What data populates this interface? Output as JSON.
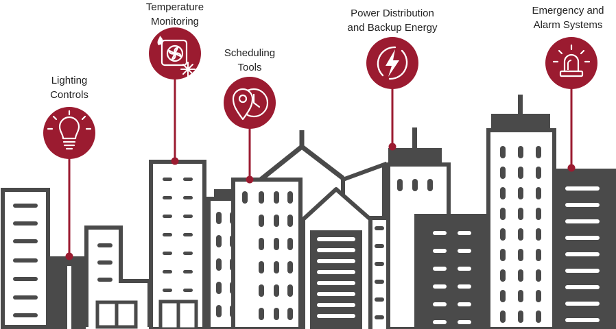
{
  "features": [
    {
      "id": "lighting",
      "icon": "lightbulb-icon",
      "line1": "Lighting",
      "line2": "Controls"
    },
    {
      "id": "temperature",
      "icon": "fan-heat-snowflake-icon",
      "line1": "Temperature",
      "line2": "Monitoring"
    },
    {
      "id": "scheduling",
      "icon": "location-clock-icon",
      "line1": "Scheduling",
      "line2": "Tools"
    },
    {
      "id": "power",
      "icon": "lightning-bolt-icon",
      "line1": "Power Distribution",
      "line2": "and Backup Energy"
    },
    {
      "id": "emergency",
      "icon": "alarm-beacon-icon",
      "line1": "Emergency and",
      "line2": "Alarm Systems"
    }
  ],
  "colors": {
    "accent": "#9b1b30",
    "building": "#4a4a4a",
    "text": "#222222",
    "background": "#ffffff"
  }
}
